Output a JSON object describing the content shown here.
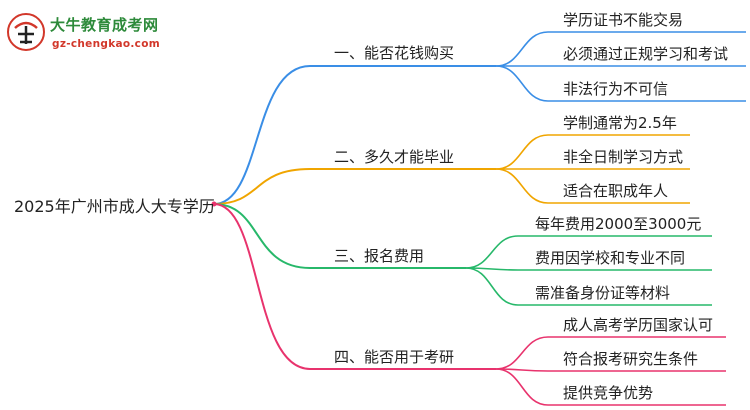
{
  "logo": {
    "title": "大牛教育成考网",
    "url": "gz-chengkao.com"
  },
  "mindmap": {
    "root": "2025年广州市成人大专学历",
    "branches": [
      {
        "label": "一、能否花钱购买",
        "color": "#3a8ee6",
        "leaves": [
          "学历证书不能交易",
          "必须通过正规学习和考试",
          "非法行为不可信"
        ]
      },
      {
        "label": "二、多久才能毕业",
        "color": "#f0a500",
        "leaves": [
          "学制通常为2.5年",
          "非全日制学习方式",
          "适合在职成年人"
        ]
      },
      {
        "label": "三、报名费用",
        "color": "#27b86a",
        "leaves": [
          "每年费用2000至3000元",
          "费用因学校和专业不同",
          "需准备身份证等材料"
        ]
      },
      {
        "label": "四、能否用于考研",
        "color": "#e8336d",
        "leaves": [
          "成人高考学历国家认可",
          "符合报考研究生条件",
          "提供竞争优势"
        ]
      }
    ]
  }
}
